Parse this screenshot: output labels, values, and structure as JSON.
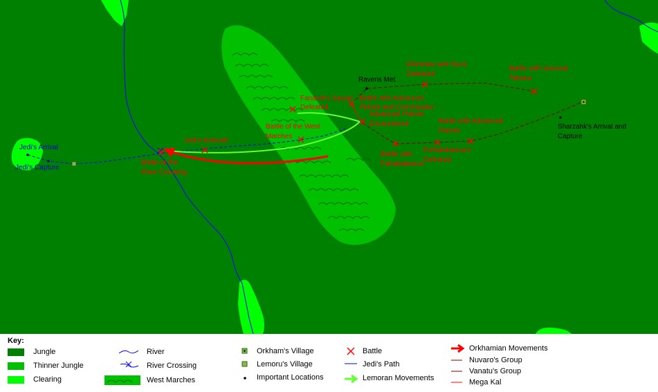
{
  "colors": {
    "jungle": "#008000",
    "thinner_jungle": "#00c000",
    "clearing": "#00ff00",
    "river": "#0000ff",
    "battle": "#ff0000",
    "label_red": "#ff0000",
    "jedi_path": "#0000ff",
    "lemoran": "#66ff33",
    "orkhamian": "#ff0000",
    "nuvaro": "#800000",
    "vanatu": "#800000",
    "mega_kal": "#ff0000"
  },
  "map": {
    "labels": {
      "jedis_arrival": "Jedi's Arrival",
      "jedis_capture": "Jedi's Capture",
      "jedis_ambush": "Jedi's Ambush",
      "battle_river_crossing": "Battle at the River Crossing",
      "battle_west_marches": "Battle of the West Marches",
      "fanareks_squad_defeated": "Fanarek's Squad Defeated",
      "battle_advanced_patrols": "Battle with Advanced Patrols and Commander",
      "advanced_patrols_encountered": "Advanced Patrols Encountered",
      "ravens_met": "Ravens Met",
      "eliminatu_defeated": "Eliminatu and Nuvo Defeated",
      "battle_general_tahanu": "Battle with General Tahanu",
      "battle_advanced_patrols_2": "Battle with Advanced Patrols",
      "battle_with_pahakabanna": "Battle with Pahakabanna",
      "pohakabanna_defeated": "Pohakabanna's Defeated",
      "sharzahk": "Sharzahk's Arrival and Capture"
    }
  },
  "key": {
    "title": "Key:",
    "jungle": "Jungle",
    "thinner_jungle": "Thinner Jungle",
    "clearing": "Clearing",
    "river": "River",
    "river_crossing": "River Crossing",
    "west_marches": "West Marches",
    "orkhams_village": "Orkham's Village",
    "lemorus_village": "Lemoru's Village",
    "important_locations": "Important Locations",
    "battle": "Battle",
    "jedis_path": "Jedi's Path",
    "lemoran_movements": "Lemoran Movements",
    "orkhamian_movements": "Orkhamian Movements",
    "nuvaros_group": "Nuvaro's Group",
    "vanatus_group": "Vanatu's Group",
    "mega_kal": "Mega Kal"
  }
}
